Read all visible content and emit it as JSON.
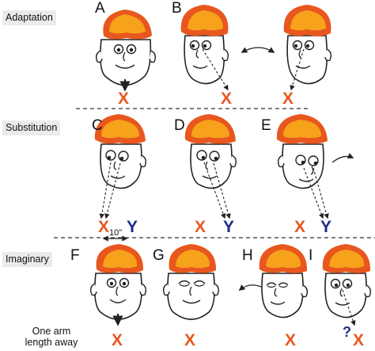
{
  "sections": {
    "adaptation": "Adaptation",
    "substitution": "Substitution",
    "imaginary": "Imaginary"
  },
  "panels": {
    "A": "A",
    "B": "B",
    "C": "C",
    "D": "D",
    "E": "E",
    "F": "F",
    "G": "G",
    "H": "H",
    "I": "I"
  },
  "targets": {
    "x": "X",
    "y": "Y",
    "unknown": "?"
  },
  "distance": "10\"",
  "caption_lines": [
    "One arm",
    "length away"
  ],
  "colors": {
    "hair_outer": "#e8571e",
    "hair_inner": "#f6a21b",
    "target_x": "#e8571e",
    "target_y": "#1d2f86",
    "line": "#222222"
  },
  "icons": {
    "face": "cartoon-face",
    "hair": "flame-hair",
    "gaze": "dashed-arrow",
    "head_turn": "curved-arrow"
  }
}
